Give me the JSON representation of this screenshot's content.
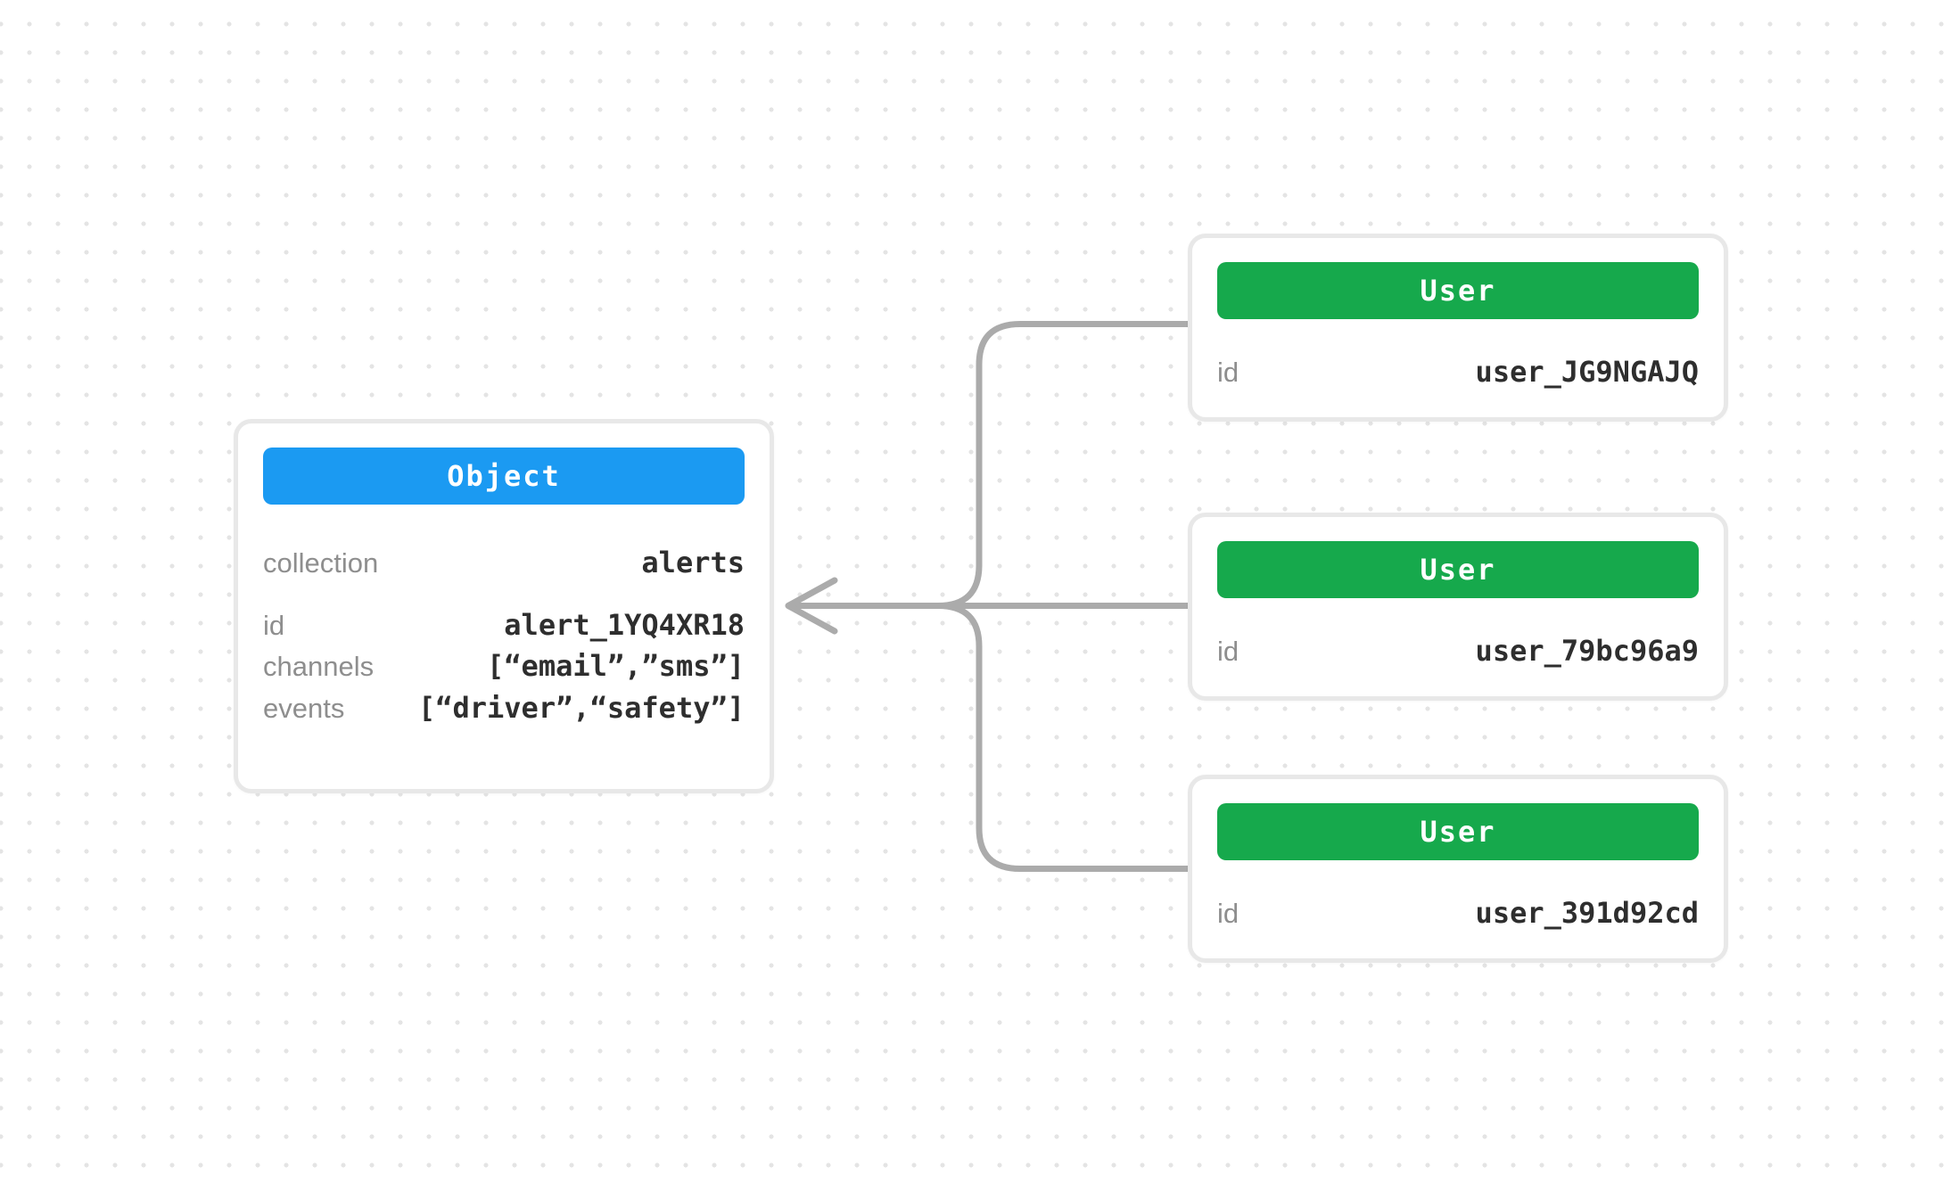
{
  "diagram": {
    "connector": {
      "color": "#ABABAB",
      "description": "three user nodes merge into one arrow pointing left into object node"
    },
    "colors": {
      "object_header": "#1B9AF2",
      "user_header": "#16A94C",
      "card_border": "#E8E8E8",
      "dot_grid": "#E4E4E4",
      "label_gray": "#8E8E8E",
      "value_dark": "#2E2E2E"
    }
  },
  "object_node": {
    "header": "Object",
    "fields": [
      {
        "label": "collection",
        "value": "alerts"
      },
      {
        "label": "id",
        "value": "alert_1YQ4XR18"
      },
      {
        "label": "channels",
        "value": "[“email”,”sms”]"
      },
      {
        "label": "events",
        "value": "[“driver”,“safety”]"
      }
    ]
  },
  "user_nodes": [
    {
      "header": "User",
      "fields": [
        {
          "label": "id",
          "value": "user_JG9NGAJQ"
        }
      ]
    },
    {
      "header": "User",
      "fields": [
        {
          "label": "id",
          "value": "user_79bc96a9"
        }
      ]
    },
    {
      "header": "User",
      "fields": [
        {
          "label": "id",
          "value": "user_391d92cd"
        }
      ]
    }
  ]
}
